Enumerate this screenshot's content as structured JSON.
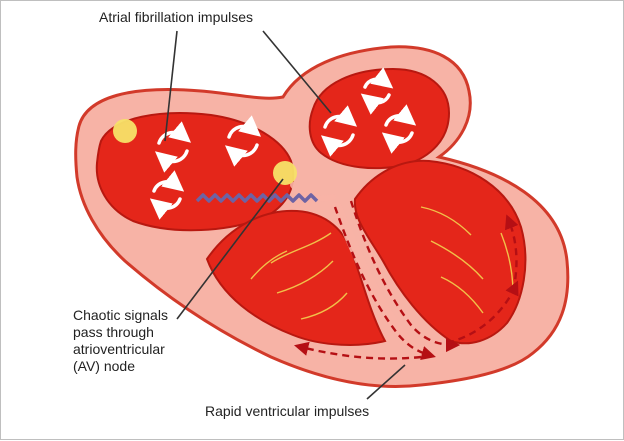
{
  "labels": {
    "atrial_fibrillation": "Atrial fibrillation impulses",
    "chaotic_signals": "Chaotic signals\npass through\natrioventricular\n(AV) node",
    "rapid_ventricular": "Rapid ventricular impulses"
  },
  "colors": {
    "outer_tissue": "#f7b3a6",
    "tissue_outline": "#d23a2a",
    "chamber_fill": "#e4261a",
    "chamber_dark": "#c41a12",
    "chamber_light": "#ef4a30",
    "node": "#f7e168",
    "signal_wave": "#6d63a4",
    "impulse_arrow": "#b50f14",
    "leader_line": "#333333",
    "nerve_fiber": "#f2c94c"
  }
}
